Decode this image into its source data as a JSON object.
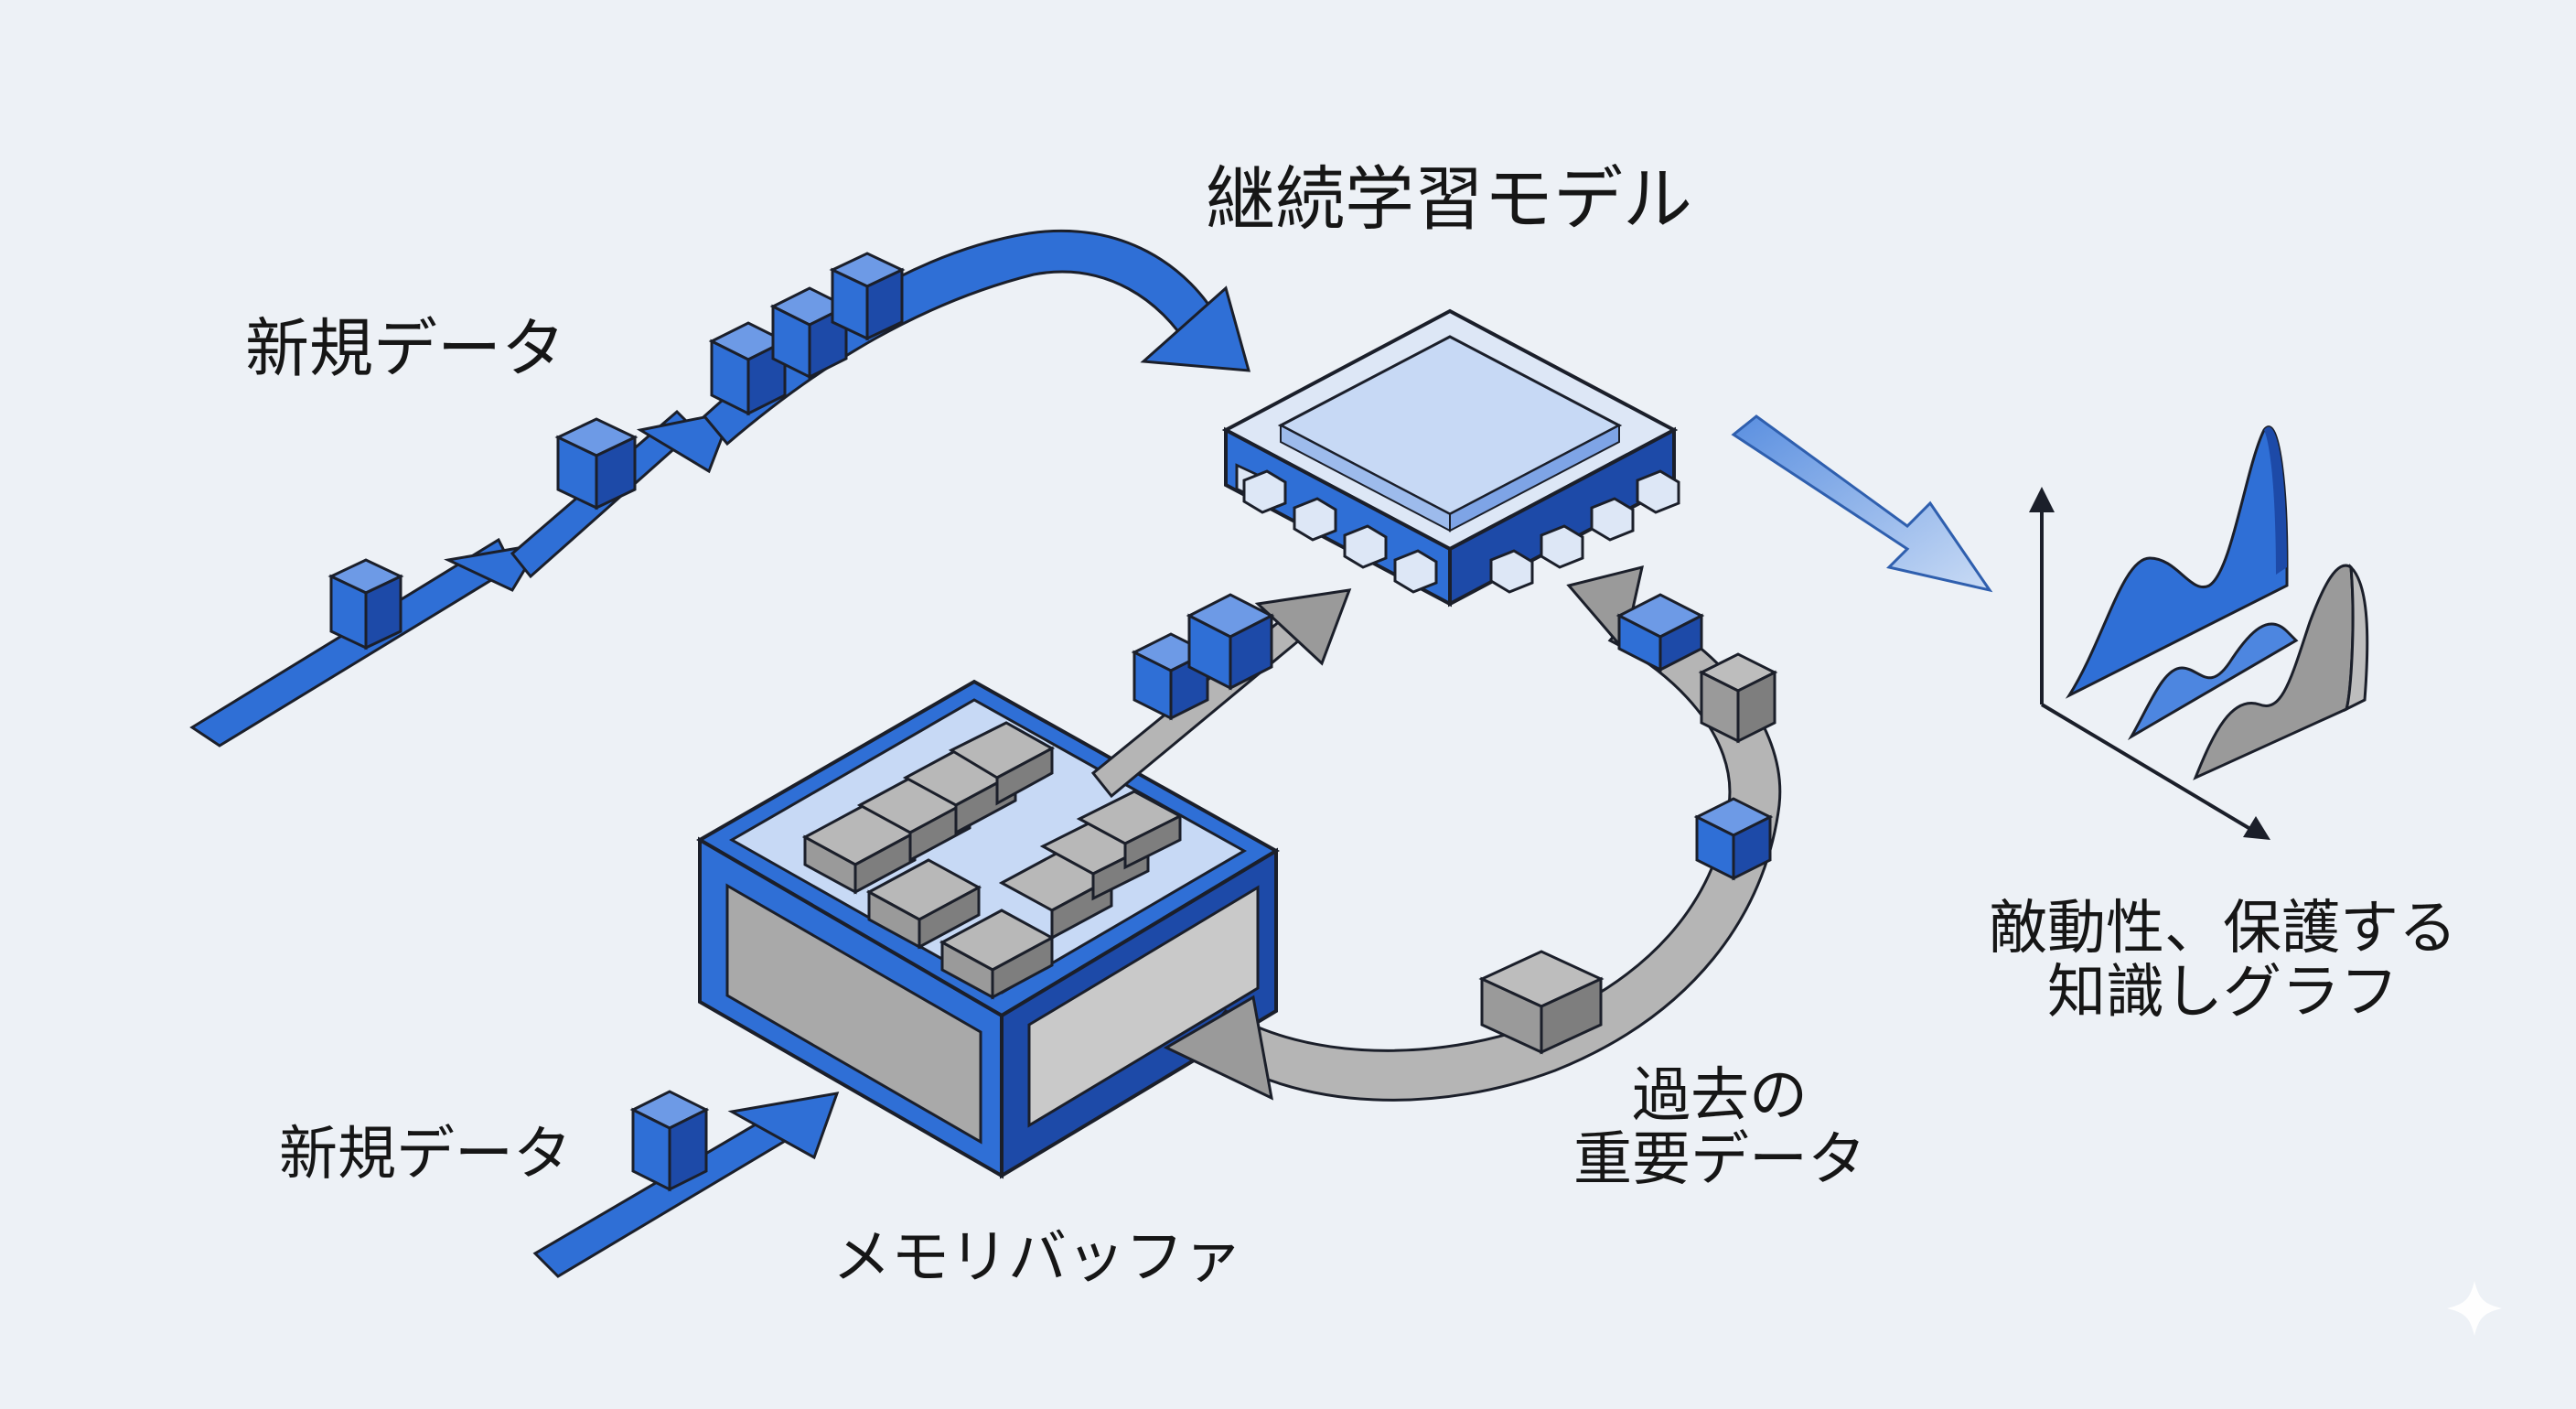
{
  "title": "継続学習モデル",
  "labels": {
    "new_data_top": "新規データ",
    "new_data_bottom": "新規データ",
    "memory_buffer": "メモリバッファ",
    "past_data_line1": "過去の",
    "past_data_line2": "重要データ",
    "graph_line1": "敵動性、保護する",
    "graph_line2": "知識しグラフ"
  },
  "colors": {
    "background": "#edf1f6",
    "accent_blue": "#2f6fd6",
    "dark_blue": "#1d4aa8",
    "light_blue": "#c7d9f5",
    "gray_block": "#9a9a9a",
    "outline": "#1b1f2a"
  }
}
